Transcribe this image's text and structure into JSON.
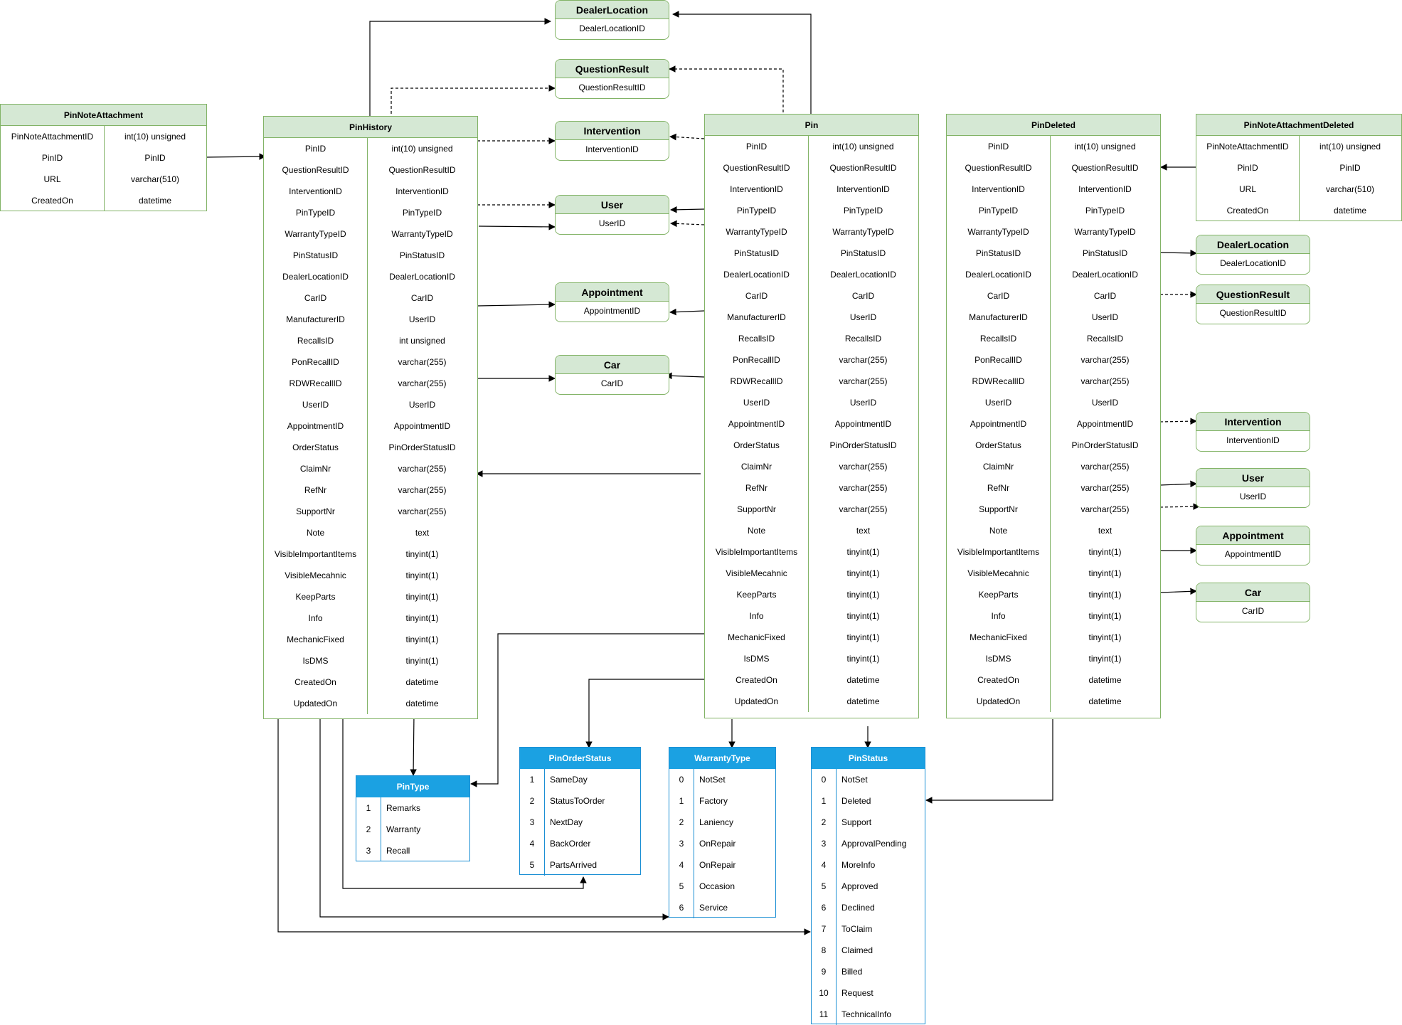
{
  "pin_note_attachment": {
    "title": "PinNoteAttachment",
    "rows": [
      [
        "PinNoteAttachmentID",
        "int(10) unsigned"
      ],
      [
        "PinID",
        "PinID"
      ],
      [
        "URL",
        "varchar(510)"
      ],
      [
        "CreatedOn",
        "datetime"
      ]
    ]
  },
  "pin_history": {
    "title": "PinHistory",
    "rows": [
      [
        "PinID",
        "int(10) unsigned"
      ],
      [
        "QuestionResultID",
        "QuestionResultID"
      ],
      [
        "InterventionID",
        "InterventionID"
      ],
      [
        "PinTypeID",
        "PinTypeID"
      ],
      [
        "WarrantyTypeID",
        "WarrantyTypeID"
      ],
      [
        "PinStatusID",
        "PinStatusID"
      ],
      [
        "DealerLocationID",
        "DealerLocationID"
      ],
      [
        "CarID",
        "CarID"
      ],
      [
        "ManufacturerID",
        "UserID"
      ],
      [
        "RecallsID",
        "int unsigned"
      ],
      [
        "PonRecallID",
        "varchar(255)"
      ],
      [
        "RDWRecallID",
        "varchar(255)"
      ],
      [
        "UserID",
        "UserID"
      ],
      [
        "AppointmentID",
        "AppointmentID"
      ],
      [
        "OrderStatus",
        "PinOrderStatusID"
      ],
      [
        "ClaimNr",
        "varchar(255)"
      ],
      [
        "RefNr",
        "varchar(255)"
      ],
      [
        "SupportNr",
        "varchar(255)"
      ],
      [
        "Note",
        "text"
      ],
      [
        "VisibleImportantItems",
        "tinyint(1)"
      ],
      [
        "VisibleMecahnic",
        "tinyint(1)"
      ],
      [
        "KeepParts",
        "tinyint(1)"
      ],
      [
        "Info",
        "tinyint(1)"
      ],
      [
        "MechanicFixed",
        "tinyint(1)"
      ],
      [
        "IsDMS",
        "tinyint(1)"
      ],
      [
        "CreatedOn",
        "datetime"
      ],
      [
        "UpdatedOn",
        "datetime"
      ]
    ]
  },
  "pin": {
    "title": "Pin",
    "rows": [
      [
        "PinID",
        "int(10) unsigned"
      ],
      [
        "QuestionResultID",
        "QuestionResultID"
      ],
      [
        "InterventionID",
        "InterventionID"
      ],
      [
        "PinTypeID",
        "PinTypeID"
      ],
      [
        "WarrantyTypeID",
        "WarrantyTypeID"
      ],
      [
        "PinStatusID",
        "PinStatusID"
      ],
      [
        "DealerLocationID",
        "DealerLocationID"
      ],
      [
        "CarID",
        "CarID"
      ],
      [
        "ManufacturerID",
        "UserID"
      ],
      [
        "RecallsID",
        "RecallsID"
      ],
      [
        "PonRecallID",
        "varchar(255)"
      ],
      [
        "RDWRecallID",
        "varchar(255)"
      ],
      [
        "UserID",
        "UserID"
      ],
      [
        "AppointmentID",
        "AppointmentID"
      ],
      [
        "OrderStatus",
        "PinOrderStatusID"
      ],
      [
        "ClaimNr",
        "varchar(255)"
      ],
      [
        "RefNr",
        "varchar(255)"
      ],
      [
        "SupportNr",
        "varchar(255)"
      ],
      [
        "Note",
        "text"
      ],
      [
        "VisibleImportantItems",
        "tinyint(1)"
      ],
      [
        "VisibleMecahnic",
        "tinyint(1)"
      ],
      [
        "KeepParts",
        "tinyint(1)"
      ],
      [
        "Info",
        "tinyint(1)"
      ],
      [
        "MechanicFixed",
        "tinyint(1)"
      ],
      [
        "IsDMS",
        "tinyint(1)"
      ],
      [
        "CreatedOn",
        "datetime"
      ],
      [
        "UpdatedOn",
        "datetime"
      ]
    ]
  },
  "pin_deleted": {
    "title": "PinDeleted",
    "rows": [
      [
        "PinID",
        "int(10) unsigned"
      ],
      [
        "QuestionResultID",
        "QuestionResultID"
      ],
      [
        "InterventionID",
        "InterventionID"
      ],
      [
        "PinTypeID",
        "PinTypeID"
      ],
      [
        "WarrantyTypeID",
        "WarrantyTypeID"
      ],
      [
        "PinStatusID",
        "PinStatusID"
      ],
      [
        "DealerLocationID",
        "DealerLocationID"
      ],
      [
        "CarID",
        "CarID"
      ],
      [
        "ManufacturerID",
        "UserID"
      ],
      [
        "RecallsID",
        "RecallsID"
      ],
      [
        "PonRecallID",
        "varchar(255)"
      ],
      [
        "RDWRecallID",
        "varchar(255)"
      ],
      [
        "UserID",
        "UserID"
      ],
      [
        "AppointmentID",
        "AppointmentID"
      ],
      [
        "OrderStatus",
        "PinOrderStatusID"
      ],
      [
        "ClaimNr",
        "varchar(255)"
      ],
      [
        "RefNr",
        "varchar(255)"
      ],
      [
        "SupportNr",
        "varchar(255)"
      ],
      [
        "Note",
        "text"
      ],
      [
        "VisibleImportantItems",
        "tinyint(1)"
      ],
      [
        "VisibleMecahnic",
        "tinyint(1)"
      ],
      [
        "KeepParts",
        "tinyint(1)"
      ],
      [
        "Info",
        "tinyint(1)"
      ],
      [
        "MechanicFixed",
        "tinyint(1)"
      ],
      [
        "IsDMS",
        "tinyint(1)"
      ],
      [
        "CreatedOn",
        "datetime"
      ],
      [
        "UpdatedOn",
        "datetime"
      ]
    ]
  },
  "pin_note_attachment_deleted": {
    "title": "PinNoteAttachmentDeleted",
    "rows": [
      [
        "PinNoteAttachmentID",
        "int(10) unsigned"
      ],
      [
        "PinID",
        "PinID"
      ],
      [
        "URL",
        "varchar(510)"
      ],
      [
        "CreatedOn",
        "datetime"
      ]
    ]
  },
  "entities": {
    "dealer_location": {
      "title": "DealerLocation",
      "field": "DealerLocationID"
    },
    "question_result": {
      "title": "QuestionResult",
      "field": "QuestionResultID"
    },
    "intervention": {
      "title": "Intervention",
      "field": "InterventionID"
    },
    "user": {
      "title": "User",
      "field": "UserID"
    },
    "appointment": {
      "title": "Appointment",
      "field": "AppointmentID"
    },
    "car": {
      "title": "Car",
      "field": "CarID"
    }
  },
  "pin_type": {
    "title": "PinType",
    "rows": [
      [
        "1",
        "Remarks"
      ],
      [
        "2",
        "Warranty"
      ],
      [
        "3",
        "Recall"
      ]
    ]
  },
  "pin_order_status": {
    "title": "PinOrderStatus",
    "rows": [
      [
        "1",
        "SameDay"
      ],
      [
        "2",
        "StatusToOrder"
      ],
      [
        "3",
        "NextDay"
      ],
      [
        "4",
        "BackOrder"
      ],
      [
        "5",
        "PartsArrived"
      ]
    ]
  },
  "warranty_type": {
    "title": "WarrantyType",
    "rows": [
      [
        "0",
        "NotSet"
      ],
      [
        "1",
        "Factory"
      ],
      [
        "2",
        "Laniency"
      ],
      [
        "3",
        "OnRepair"
      ],
      [
        "4",
        "OnRepair"
      ],
      [
        "5",
        "Occasion"
      ],
      [
        "6",
        "Service"
      ]
    ]
  },
  "pin_status": {
    "title": "PinStatus",
    "rows": [
      [
        "0",
        "NotSet"
      ],
      [
        "1",
        "Deleted"
      ],
      [
        "2",
        "Support"
      ],
      [
        "3",
        "ApprovalPending"
      ],
      [
        "4",
        "MoreInfo"
      ],
      [
        "5",
        "Approved"
      ],
      [
        "6",
        "Declined"
      ],
      [
        "7",
        "ToClaim"
      ],
      [
        "8",
        "Claimed"
      ],
      [
        "9",
        "Billed"
      ],
      [
        "10",
        "Request"
      ],
      [
        "11",
        "TechnicalInfo"
      ]
    ]
  }
}
